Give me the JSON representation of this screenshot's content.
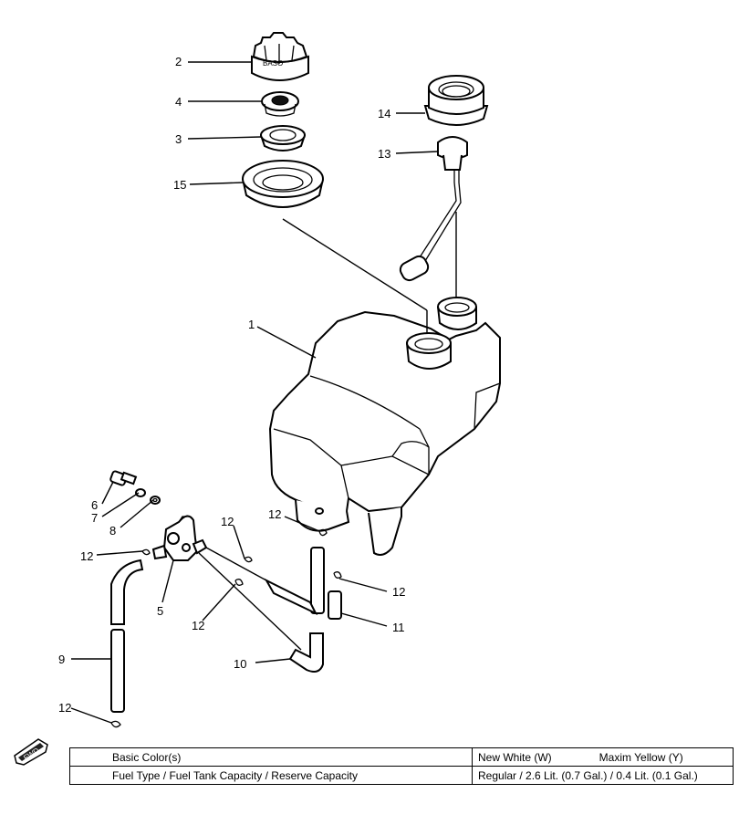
{
  "cap_text": "BASO",
  "fwd_label": "FWD",
  "callouts": {
    "c1": "1",
    "c2": "2",
    "c3": "3",
    "c4": "4",
    "c5": "5",
    "c6": "6",
    "c7": "7",
    "c8": "8",
    "c9": "9",
    "c10": "10",
    "c11": "11",
    "c12a": "12",
    "c12b": "12",
    "c12c": "12",
    "c12d": "12",
    "c12e": "12",
    "c12f": "12",
    "c13": "13",
    "c14": "14",
    "c15": "15"
  },
  "table": {
    "row1_label": "Basic Color(s)",
    "row1_value_a": "New White (W)",
    "row1_value_b": "Maxim Yellow (Y)",
    "row2_label": "Fuel Type / Fuel Tank Capacity / Reserve Capacity",
    "row2_value": "Regular / 2.6 Lit. (0.7 Gal.) / 0.4 Lit. (0.1 Gal.)"
  }
}
